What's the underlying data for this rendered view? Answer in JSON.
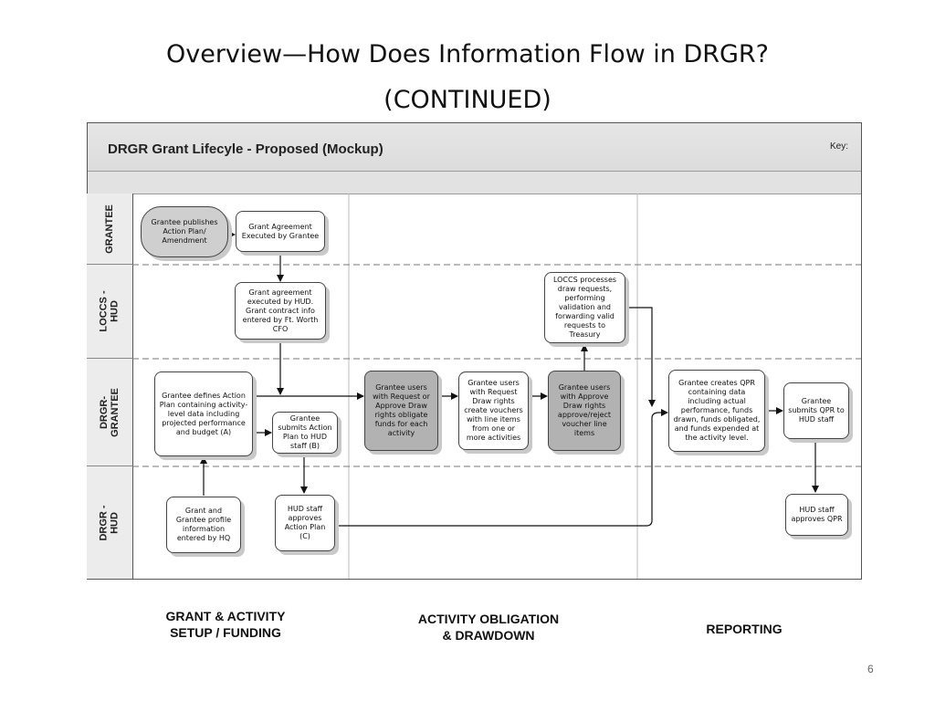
{
  "slide": {
    "title_line1": "Overview—How Does Information Flow in DRGR?",
    "title_line2": "(CONTINUED)",
    "page_number": "6"
  },
  "diagram": {
    "title": "DRGR Grant Lifecyle - Proposed (Mockup)",
    "key_label": "Key:",
    "lanes": [
      {
        "id": "grantee",
        "label": "GRANTEE"
      },
      {
        "id": "loccs_hud",
        "label": "LOCCS -\nHUD"
      },
      {
        "id": "drgr_grantee",
        "label": "DRGR-\nGRANTEE"
      },
      {
        "id": "drgr_hud",
        "label": "DRGR -\nHUD"
      }
    ],
    "nodes": [
      {
        "id": "n1",
        "text": "Grantee publishes Action Plan/ Amendment"
      },
      {
        "id": "n2",
        "text": "Grant Agreement Executed by Grantee"
      },
      {
        "id": "n3",
        "text": "Grant agreement executed by HUD. Grant contract info entered  by Ft. Worth CFO"
      },
      {
        "id": "n4",
        "text": "Grantee defines Action Plan containing activity-level data including projected performance and budget (A)"
      },
      {
        "id": "n5",
        "text": "Grantee submits Action Plan to HUD staff  (B)"
      },
      {
        "id": "n6",
        "text": "Grant and Grantee profile information entered by HQ"
      },
      {
        "id": "n7",
        "text": "HUD staff approves Action Plan (C)"
      },
      {
        "id": "n8",
        "text": "Grantee users with Request or Approve Draw rights obligate funds for each activity"
      },
      {
        "id": "n9",
        "text": "Grantee users with Request Draw rights create vouchers with line items from one or more activities"
      },
      {
        "id": "n10",
        "text": "Grantee users with Approve Draw rights approve/reject voucher line items"
      },
      {
        "id": "n11",
        "text": "LOCCS processes draw requests, performing validation and forwarding valid requests to Treasury"
      },
      {
        "id": "n12",
        "text": "Grantee creates QPR containing data including actual performance, funds drawn, funds obligated, and funds expended at the activity level."
      },
      {
        "id": "n13",
        "text": "Grantee submits QPR to HUD staff"
      },
      {
        "id": "n14",
        "text": "HUD staff approves QPR"
      }
    ],
    "phases": [
      {
        "id": "setup",
        "label": "GRANT & ACTIVITY\nSETUP / FUNDING"
      },
      {
        "id": "obligation",
        "label": "ACTIVITY OBLIGATION\n& DRAWDOWN"
      },
      {
        "id": "reporting",
        "label": "REPORTING"
      }
    ]
  }
}
